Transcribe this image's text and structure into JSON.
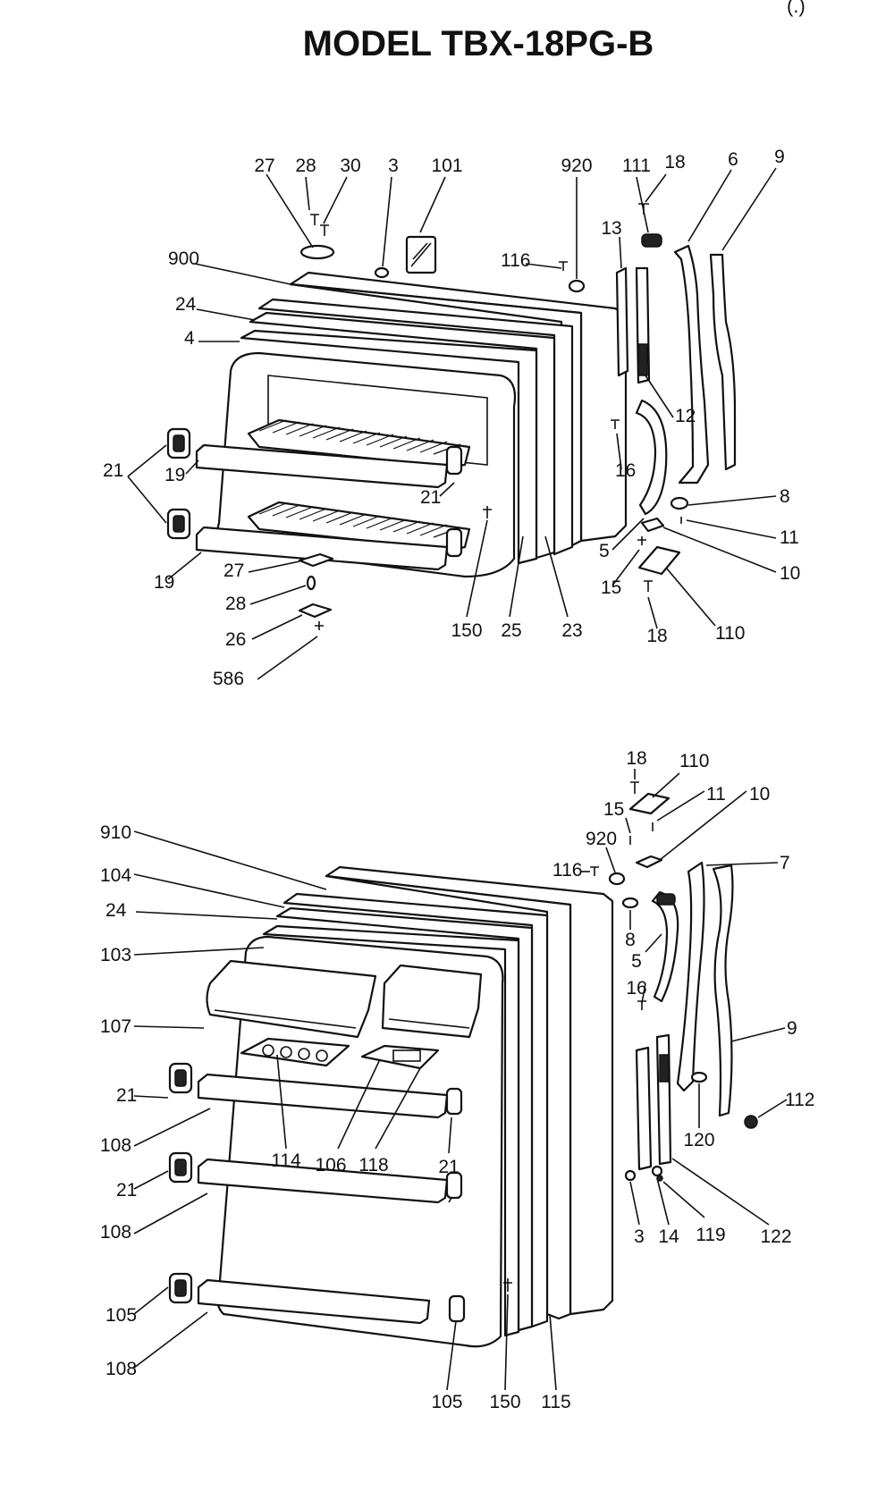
{
  "title": "MODEL TBX-18PG-B",
  "corner_mark": "(.)",
  "freezer_door_callouts": [
    "27",
    "28",
    "30",
    "3",
    "101",
    "920",
    "111",
    "18",
    "6",
    "9",
    "900",
    "116",
    "13",
    "24",
    "4",
    "12",
    "16",
    "21",
    "19",
    "21",
    "8",
    "5",
    "11",
    "10",
    "15",
    "110",
    "18",
    "19",
    "27",
    "28",
    "26",
    "586",
    "150",
    "25",
    "23"
  ],
  "fresh_food_door_callouts": [
    "18",
    "110",
    "11",
    "10",
    "15",
    "920",
    "116",
    "7",
    "910",
    "104",
    "24",
    "8",
    "103",
    "5",
    "16",
    "107",
    "9",
    "21",
    "112",
    "120",
    "108",
    "114",
    "106",
    "118",
    "21",
    "21",
    "108",
    "3",
    "14",
    "119",
    "122",
    "105",
    "108",
    "105",
    "150",
    "115"
  ]
}
